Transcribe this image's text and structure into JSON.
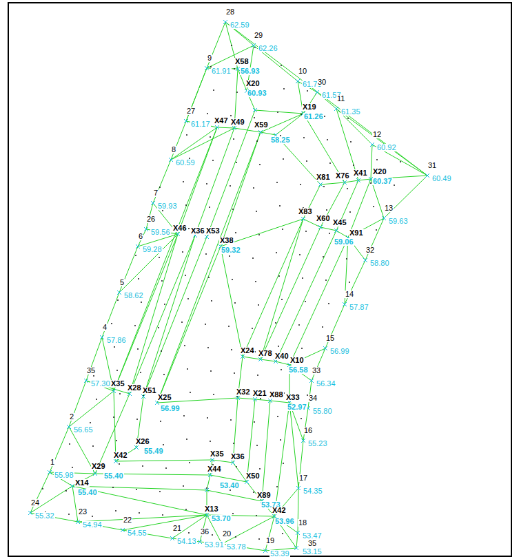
{
  "diagram": {
    "labels": [
      "28",
      "62.59",
      "29",
      "62.26",
      "9",
      "61.91",
      "10",
      "61.73",
      "30",
      "61.57",
      "11",
      "61.35",
      "27",
      "61.17",
      "12",
      "60.92",
      "8",
      "60.59",
      "31",
      "60.49",
      "7",
      "59.93",
      "13",
      "59.63",
      "26",
      "59.56",
      "6",
      "59.28",
      "32",
      "58.80",
      "5",
      "58.62",
      "14",
      "57.87",
      "4",
      "57.86",
      "15",
      "56.99",
      "33",
      "56.34",
      "35",
      "57.30",
      "34",
      "55.80",
      "2",
      "56.65",
      "16",
      "55.23",
      "1",
      "55.98",
      "17",
      "54.35",
      "24",
      "55.32",
      "23",
      "54.94",
      "22",
      "54.55",
      "21",
      "54.13",
      "36",
      "53.91",
      "20",
      "53.78",
      "19",
      "53.39",
      "18",
      "53.47",
      "35",
      "53.15",
      "X58",
      "56.93",
      "X20",
      "60.93",
      "X19",
      "61.26",
      "X47",
      "X49",
      "X59",
      "58.25",
      "X81",
      "X76",
      "X41",
      "X20",
      "60.37",
      "X83",
      "X60",
      "X45",
      "X91",
      "59.06",
      "X46",
      "X36",
      "X53",
      "X38",
      "59.32",
      "X24",
      "X78",
      "X40",
      "X10",
      "56.58",
      "X32",
      "X21",
      "X88",
      "X33",
      "52.97",
      "X35",
      "X28",
      "X51",
      "X25",
      "56.99",
      "X26",
      "55.49",
      "X42",
      "X29",
      "55.40",
      "X14",
      "55.40",
      "X35",
      "X36",
      "X44",
      "X50",
      "53.40",
      "X13",
      "53.70",
      "X89",
      "53.73",
      "X42",
      "53.96"
    ]
  }
}
